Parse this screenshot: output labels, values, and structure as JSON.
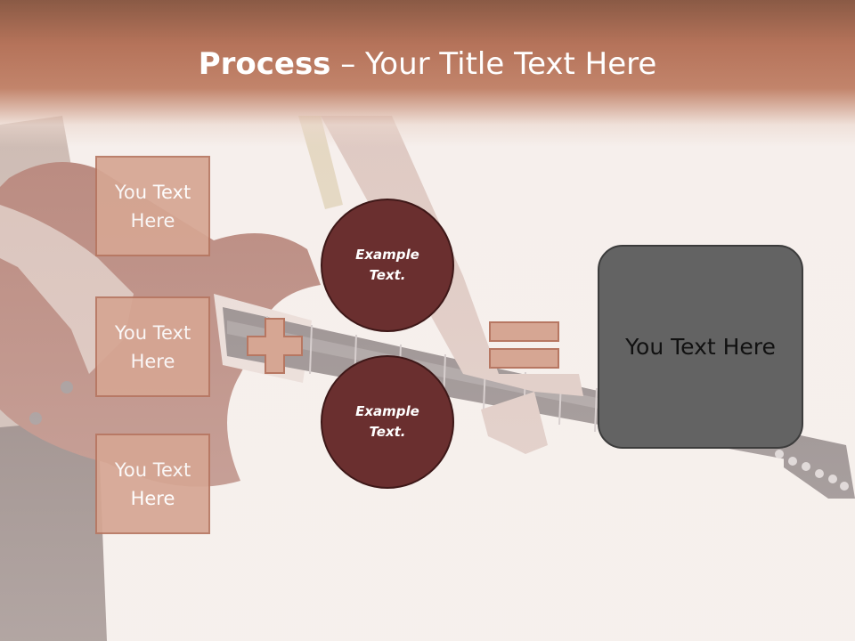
{
  "title": {
    "bold": "Process",
    "rest": " – Your Title Text Here"
  },
  "boxes": [
    {
      "label": "You Text Here"
    },
    {
      "label": "You Text Here"
    },
    {
      "label": "You Text Here"
    }
  ],
  "circles": [
    {
      "label": "Example Text."
    },
    {
      "label": "Example Text."
    }
  ],
  "result": {
    "label": "You Text Here"
  },
  "colors": {
    "header": "#b5735a",
    "box_fill": "#d6a693",
    "circle_fill": "#6a2f2f",
    "result_fill": "#636363"
  }
}
